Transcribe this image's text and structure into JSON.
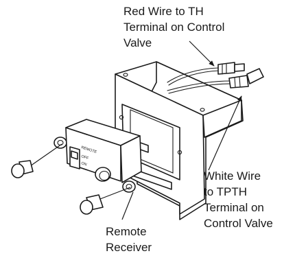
{
  "callouts": {
    "red_wire": [
      "Red Wire to TH",
      "Terminal on Control",
      "Valve"
    ],
    "white_wire": [
      "White Wire",
      "to TPTH",
      "Terminal on",
      "Control Valve"
    ],
    "receiver": [
      "Remote",
      "Receiver"
    ]
  },
  "switch_labels": [
    "REMOTE",
    "OFF",
    "ON"
  ],
  "colors": {
    "ink": "#1a1a1a",
    "paper": "#ffffff"
  }
}
